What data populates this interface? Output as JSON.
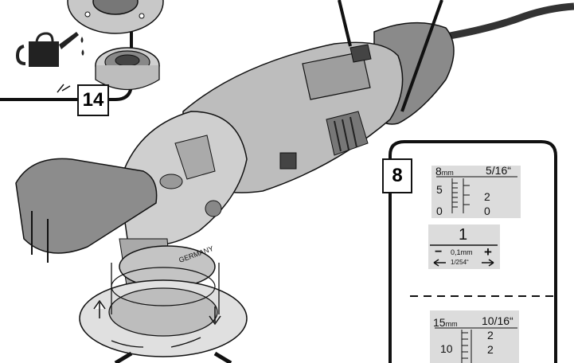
{
  "callouts": {
    "step_14": "14",
    "step_8": "8"
  },
  "device": {
    "brand_marking": "GERMANY"
  },
  "scale_top": {
    "unit_mm": "mm",
    "top_mm": "8",
    "mid_mm": "5",
    "zero_mm": "0",
    "top_inch": "5/16“",
    "mid_inch": "2",
    "zero_inch": "0"
  },
  "adjust_legend": {
    "digit": "1",
    "minus": "−",
    "plus": "+",
    "step_mm": "0,1mm",
    "step_inch": "1/254“"
  },
  "scale_bottom": {
    "unit_mm": "mm",
    "top_mm": "15",
    "mid_mm": "10",
    "top_inch": "10/16“",
    "inch_a": "2",
    "inch_b": "2"
  },
  "colors": {
    "line": "#111111",
    "body_grey": "#bdbdbd",
    "dark_grey": "#6f6f6f",
    "scale_panel": "#dcdcdc"
  },
  "icons": [
    "oil-can-icon",
    "oil-drop-icon",
    "rotation-arrow-icon",
    "arrow-left-icon",
    "arrow-right-icon"
  ]
}
